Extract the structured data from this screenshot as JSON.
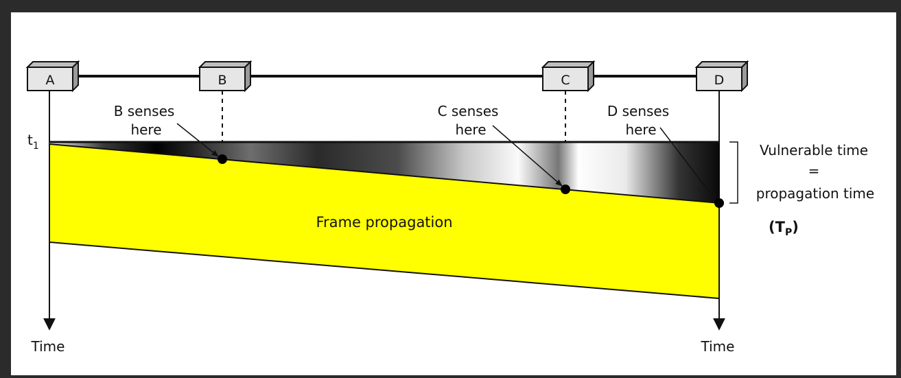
{
  "stations": [
    {
      "id": "A",
      "label": "A"
    },
    {
      "id": "B",
      "label": "B"
    },
    {
      "id": "C",
      "label": "C"
    },
    {
      "id": "D",
      "label": "D"
    }
  ],
  "labels": {
    "t1": "t",
    "t1_sub": "1",
    "b_senses": [
      "B senses",
      "here"
    ],
    "c_senses": [
      "C senses",
      "here"
    ],
    "d_senses": [
      "D senses",
      "here"
    ],
    "frame": "Frame propagation",
    "vulnerable": [
      "Vulnerable time",
      "=",
      "propagation time"
    ],
    "tp": "(T",
    "tp_sub": "P",
    "tp_close": ")",
    "time_left": "Time",
    "time_right": "Time"
  },
  "colors": {
    "band": "#ffff00",
    "panel": "#ffffff",
    "frame_bg": "#2b2b2b",
    "station_fill": "#e6e6e6",
    "line": "#111111"
  }
}
